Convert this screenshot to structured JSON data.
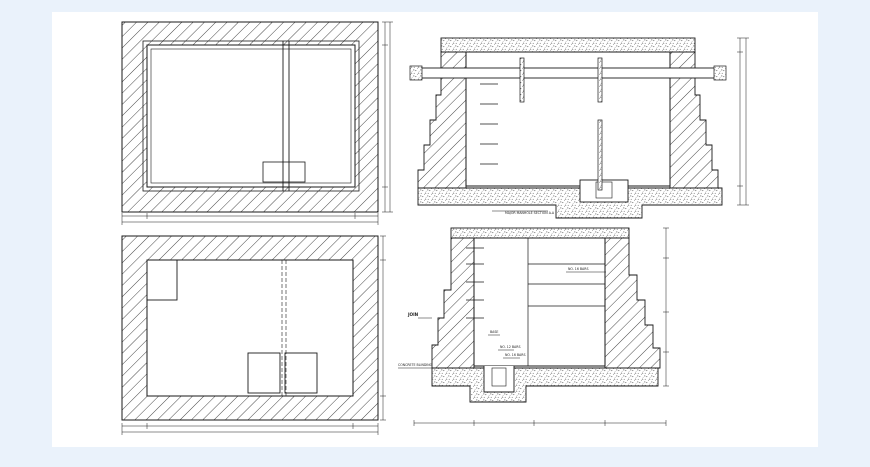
{
  "viewer": {
    "background_color": "#eaf2fb",
    "sheet_color": "#ffffff",
    "line_color": "#1a1a1a"
  },
  "drawing": {
    "type": "cad-detail",
    "views": [
      "plan-top-left",
      "plan-bottom-left",
      "section-top-right",
      "section-bottom-right"
    ]
  }
}
